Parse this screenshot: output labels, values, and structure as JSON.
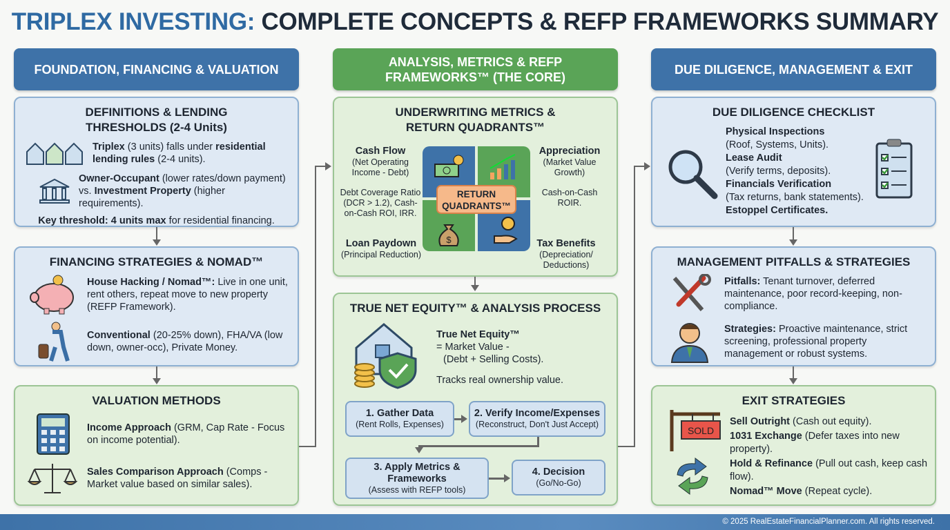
{
  "title": {
    "accent": "TRIPLEX INVESTING:",
    "rest": " COMPLETE CONCEPTS & REFP FRAMEWORKS SUMMARY"
  },
  "columns": [
    {
      "header": "FOUNDATION, FINANCING & VALUATION"
    },
    {
      "header": "ANALYSIS, METRICS & REFP FRAMEWORKS™ (THE CORE)"
    },
    {
      "header": "DUE DILIGENCE, MANAGEMENT & EXIT"
    }
  ],
  "definitions": {
    "title": "DEFINITIONS & LENDING THRESHOLDS (2-4 Units)",
    "item1": {
      "b1": "Triplex",
      "t1": " (3 units) falls under ",
      "b2": "residential lending rules",
      "t2": " (2-4 units)."
    },
    "item2": {
      "b1": "Owner-Occupant",
      "t1": " (lower rates/down payment) vs. ",
      "b2": "Investment Property",
      "t2": " (higher requirements)."
    },
    "key": {
      "b": "Key threshold: 4 units max",
      "t": " for residential financing."
    }
  },
  "financing": {
    "title": "FINANCING STRATEGIES & NOMAD™",
    "item1": {
      "b": "House Hacking / Nomad™:",
      "t": " Live in one unit, rent others, repeat move to new property (REFP Framework)."
    },
    "item2": {
      "b": "Conventional",
      "t": " (20-25% down), FHA/VA (low down, owner-occ), Private Money."
    }
  },
  "valuation": {
    "title": "VALUATION METHODS",
    "item1": {
      "b": "Income Approach",
      "t": " (GRM, Cap Rate - Focus on income potential)."
    },
    "item2": {
      "b": "Sales Comparison Approach",
      "t": " (Comps - Market value based on similar sales)."
    }
  },
  "underwriting": {
    "title": "UNDERWRITING METRICS & RETURN QUADRANTS™",
    "center": "RETURN QUADRANTS™",
    "cash_flow": {
      "h": "Cash Flow",
      "t": "(Net Operating Income - Debt)"
    },
    "cash_flow_metrics": "Debt Coverage Ratio (DCR > 1.2), Cash-on-Cash ROI, IRR.",
    "appreciation": {
      "h": "Appreciation",
      "t": "(Market Value Growth)"
    },
    "appreciation_metrics": "Cash-on-Cash ROIR.",
    "loan_paydown": {
      "h": "Loan Paydown",
      "t": "(Principal Reduction)"
    },
    "tax_benefits": {
      "h": "Tax Benefits",
      "t": "(Depreciation/ Deductions)"
    }
  },
  "equity": {
    "title": "TRUE NET EQUITY™ & ANALYSIS PROCESS",
    "def_b": "True Net Equity™",
    "def_t1": "= Market Value -",
    "def_t2": "(Debt + Selling Costs).",
    "tracks": "Tracks real ownership value.",
    "steps": [
      {
        "h": "1. Gather Data",
        "t": "(Rent Rolls, Expenses)"
      },
      {
        "h": "2. Verify Income/Expenses",
        "t": "(Reconstruct, Don't Just Accept)"
      },
      {
        "h": "3. Apply Metrics & Frameworks",
        "t": "(Assess with REFP tools)"
      },
      {
        "h": "4. Decision",
        "t": "(Go/No-Go)"
      }
    ]
  },
  "due_diligence": {
    "title": "DUE DILIGENCE CHECKLIST",
    "items": [
      {
        "h": "Physical Inspections",
        "t": "(Roof, Systems, Units)."
      },
      {
        "h": "Lease Audit",
        "t": "(Verify terms, deposits)."
      },
      {
        "h": "Financials Verification",
        "t": "(Tax returns, bank statements)."
      },
      {
        "h": "Estoppel Certificates.",
        "t": ""
      }
    ]
  },
  "management": {
    "title": "MANAGEMENT PITFALLS & STRATEGIES",
    "item1": {
      "b": "Pitfalls:",
      "t": " Tenant turnover, deferred maintenance, poor record-keeping, non-compliance."
    },
    "item2": {
      "b": "Strategies:",
      "t": " Proactive maintenance, strict screening, professional property management or robust systems."
    }
  },
  "exit": {
    "title": "EXIT STRATEGIES",
    "sign": "SOLD",
    "items": [
      {
        "b": "Sell Outright",
        "t": " (Cash out equity)."
      },
      {
        "b": "1031 Exchange",
        "t": " (Defer taxes into new property)."
      },
      {
        "b": "Hold & Refinance",
        "t": " (Pull out cash, keep cash flow)."
      },
      {
        "b": "Nomad™ Move",
        "t": " (Repeat cycle)."
      }
    ]
  },
  "footer": "© 2025 RealEstateFinancialPlanner.com. All rights reserved.",
  "colors": {
    "blue": "#3e72a8",
    "green": "#5aa457",
    "accent_title": "#2f6aa3",
    "center_badge": "#f6b98a"
  }
}
